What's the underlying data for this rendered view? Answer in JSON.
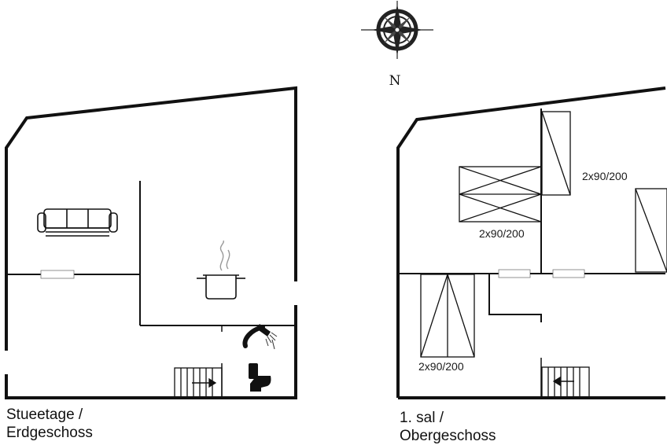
{
  "compass": {
    "label": "N",
    "icon": "compass-rose-icon"
  },
  "ground_floor": {
    "caption_line1": "Stueetage /",
    "caption_line2": "Erdgeschoss",
    "icons": [
      "sofa-icon",
      "cooking-pot-icon",
      "shower-icon",
      "toilet-icon",
      "stairs-icon"
    ]
  },
  "first_floor": {
    "caption_line1": "1. sal /",
    "caption_line2": "Obergeschoss",
    "bed_labels": [
      "2x90/200",
      "2x90/200",
      "2x90/200"
    ],
    "icons": [
      "bed-icon",
      "stairs-icon"
    ]
  }
}
